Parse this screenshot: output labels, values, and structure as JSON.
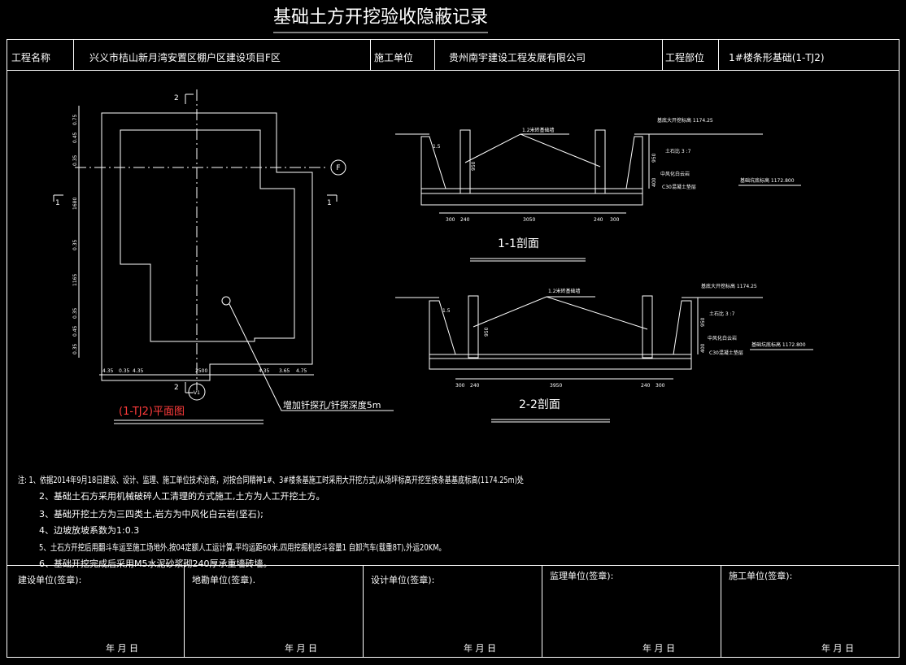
{
  "title": "基础土方开挖验收隐蔽记录",
  "header": {
    "project_name_label": "工程名称",
    "project_name": "兴义市桔山新月湾安置区棚户区建设项目F区",
    "contractor_label": "施工单位",
    "contractor": "贵州南宇建设工程发展有限公司",
    "location_label": "工程部位",
    "location": "1#楼条形基础(1-TJ2)"
  },
  "plan": {
    "title": "(1-TJ2)平面图",
    "section_mark_top": "2",
    "section_mark_bottom": "2",
    "section_mark_left": "1",
    "section_mark_right": "1",
    "axis_f": "F",
    "axis_v": "V1",
    "callout": "增加钎探孔/钎探深度5m",
    "dims_left": [
      "0.75",
      "0.45",
      "0.35",
      "1680",
      "0.35",
      "1165",
      "0.35",
      "0.45",
      "0.35"
    ],
    "dims_bottom": [
      "4.35",
      "0.35",
      "4.35",
      "2500",
      "4.35",
      "3.65",
      "4.75"
    ],
    "title_color": "#ff3b3b"
  },
  "section1": {
    "title": "1-1剖面",
    "leader_label": "1.2米砖基础墙",
    "top_elev": "基底大开挖标高 1174.25",
    "slope": "土石比 3 :7",
    "rock": "中风化白云岩",
    "cushion": "C30混凝土垫层",
    "bottom_elev": "基础坑底标高 1172.800",
    "dim_h_upper": "950",
    "dim_h_lower": "400",
    "dim_slope": "1.5",
    "dim_wall": "950",
    "dims_bottom": [
      "300",
      "240",
      "3050",
      "240",
      "300"
    ]
  },
  "section2": {
    "title": "2-2剖面",
    "leader_label": "1.2米砖基础墙",
    "top_elev": "基底大开挖标高 1174.25",
    "slope": "土石比 3 :7",
    "rock": "中风化白云岩",
    "cushion": "C30混凝土垫层",
    "bottom_elev": "基础坑底标高 1172.800",
    "dim_h_upper": "950",
    "dim_h_lower": "400",
    "dim_slope": "1.5",
    "dim_wall": "950",
    "dims_bottom": [
      "300",
      "240",
      "3950",
      "240",
      "300"
    ]
  },
  "notes": [
    "注: 1、依据2014年9月18日建设、设计、监理、施工单位技术治商，对按合同精神1#、3#楼条基施工时采用大开挖方式(从场坪标高开挖至按条基基底标高(1174.25m)处",
    "2、基础土石方采用机械破碎人工清理的方式施工,土方为人工开挖土方。",
    "3、基础开挖土方为三四类土,岩方为中风化白云岩(坚石);",
    "4、边坡放坡系数为1:0.3",
    "5、土石方开挖后用翻斗车运至施工场地外,按04定额人工运计算,平均运距60米,四用挖掘机挖斗容量1  自卸汽车(载重8T),外运20KM。",
    "6、基础开挖完成后采用M5水泥砂浆砌240厚承重墙砖墙。"
  ],
  "signatures": [
    {
      "label": "建设单位(签章):",
      "date": "年  月  日"
    },
    {
      "label": "地勘单位(签章).",
      "date": "年  月  日"
    },
    {
      "label": "设计单位(签章):",
      "date": "年  月  日"
    },
    {
      "label": "监理单位(签章):",
      "date": "年  月  日"
    },
    {
      "label": "施工单位(签章):",
      "date": "年  月  日"
    }
  ]
}
